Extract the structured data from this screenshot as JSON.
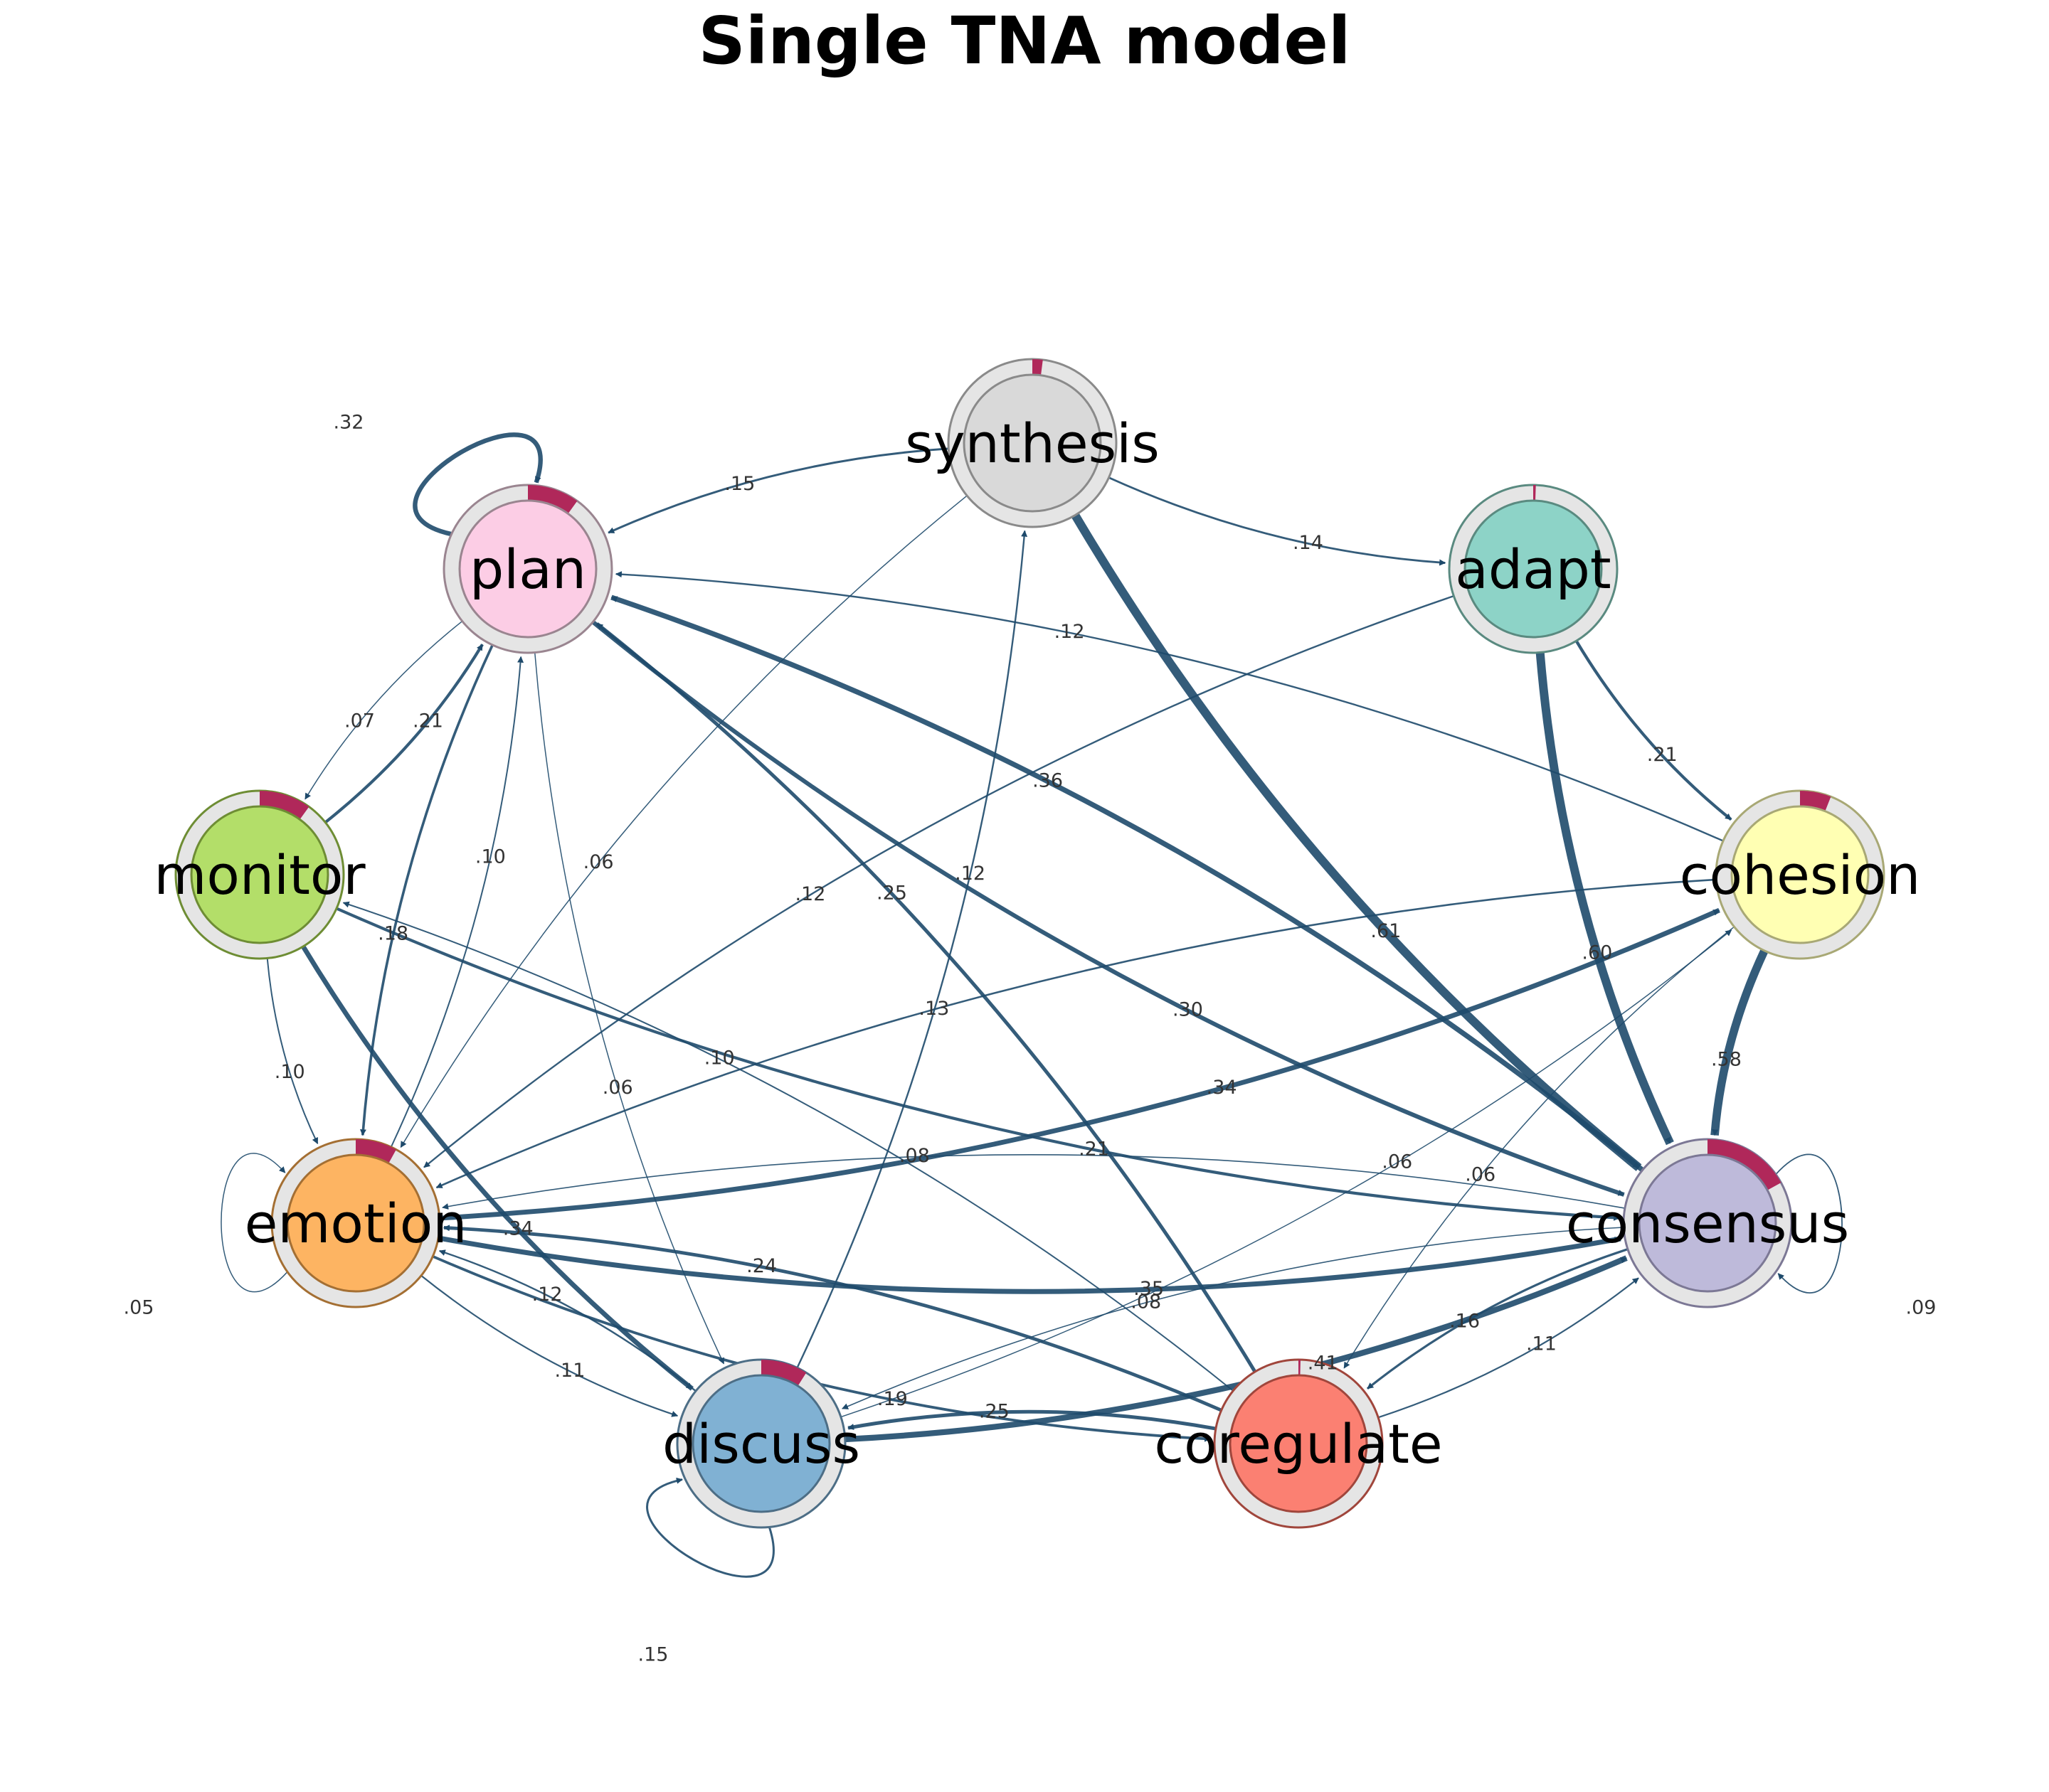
{
  "title": "Single TNA model",
  "colors": {
    "edge": "#1e4a6b",
    "pie": "#b0285a",
    "ring": "#e5e5e5"
  },
  "nodes": [
    {
      "id": "synthesis",
      "label": "synthesis",
      "fill": "#d9d9d9",
      "stroke": "#8a8a8a",
      "pie": 0.02
    },
    {
      "id": "plan",
      "label": "plan",
      "fill": "#fccde5",
      "stroke": "#9a8590",
      "pie": 0.1
    },
    {
      "id": "adapt",
      "label": "adapt",
      "fill": "#8dd3c7",
      "stroke": "#5a8a80",
      "pie": 0.005
    },
    {
      "id": "monitor",
      "label": "monitor",
      "fill": "#b3de69",
      "stroke": "#6e8d34",
      "pie": 0.1
    },
    {
      "id": "cohesion",
      "label": "cohesion",
      "fill": "#ffffb3",
      "stroke": "#a8a875",
      "pie": 0.06
    },
    {
      "id": "emotion",
      "label": "emotion",
      "fill": "#fdb462",
      "stroke": "#a46f33",
      "pie": 0.08
    },
    {
      "id": "consensus",
      "label": "consensus",
      "fill": "#bebada",
      "stroke": "#7c7895",
      "pie": 0.17
    },
    {
      "id": "discuss",
      "label": "discuss",
      "fill": "#80b1d3",
      "stroke": "#4d6e86",
      "pie": 0.09
    },
    {
      "id": "coregulate",
      "label": "coregulate",
      "fill": "#fb8072",
      "stroke": "#a0463c",
      "pie": 0.003
    }
  ],
  "edges": [
    {
      "from": "synthesis",
      "to": "plan",
      "label": ".15",
      "w": 0.15
    },
    {
      "from": "synthesis",
      "to": "adapt",
      "label": ".14",
      "w": 0.14
    },
    {
      "from": "synthesis",
      "to": "consensus",
      "label": ".61",
      "w": 0.61
    },
    {
      "from": "synthesis",
      "to": "emotion",
      "label": ".06",
      "w": 0.06
    },
    {
      "from": "plan",
      "to": "plan",
      "label": ".32",
      "w": 0.32
    },
    {
      "from": "plan",
      "to": "consensus",
      "label": ".30",
      "w": 0.3
    },
    {
      "from": "plan",
      "to": "emotion",
      "label": ".18",
      "w": 0.18
    },
    {
      "from": "plan",
      "to": "monitor",
      "label": ".07",
      "w": 0.07
    },
    {
      "from": "plan",
      "to": "discuss",
      "label": ".06",
      "w": 0.06
    },
    {
      "from": "adapt",
      "to": "consensus",
      "label": ".60",
      "w": 0.6
    },
    {
      "from": "adapt",
      "to": "cohesion",
      "label": ".21",
      "w": 0.21
    },
    {
      "from": "adapt",
      "to": "emotion",
      "label": ".12",
      "w": 0.12
    },
    {
      "from": "monitor",
      "to": "plan",
      "label": ".21",
      "w": 0.21
    },
    {
      "from": "monitor",
      "to": "discuss",
      "label": ".34",
      "w": 0.34
    },
    {
      "from": "monitor",
      "to": "consensus",
      "label": ".21",
      "w": 0.21
    },
    {
      "from": "monitor",
      "to": "emotion",
      "label": ".10",
      "w": 0.1
    },
    {
      "from": "cohesion",
      "to": "consensus",
      "label": ".58",
      "w": 0.58
    },
    {
      "from": "cohesion",
      "to": "plan",
      "label": ".12",
      "w": 0.12
    },
    {
      "from": "cohesion",
      "to": "emotion",
      "label": ".13",
      "w": 0.13
    },
    {
      "from": "cohesion",
      "to": "coregulate",
      "label": ".06",
      "w": 0.06
    },
    {
      "from": "emotion",
      "to": "cohesion",
      "label": ".34",
      "w": 0.34
    },
    {
      "from": "emotion",
      "to": "consensus",
      "label": ".35",
      "w": 0.35
    },
    {
      "from": "emotion",
      "to": "plan",
      "label": ".10",
      "w": 0.1
    },
    {
      "from": "emotion",
      "to": "emotion",
      "label": ".05",
      "w": 0.05
    },
    {
      "from": "emotion",
      "to": "discuss",
      "label": ".11",
      "w": 0.11
    },
    {
      "from": "emotion",
      "to": "coregulate",
      "label": ".19",
      "w": 0.19
    },
    {
      "from": "consensus",
      "to": "plan",
      "label": ".36",
      "w": 0.36
    },
    {
      "from": "consensus",
      "to": "consensus",
      "label": ".09",
      "w": 0.09
    },
    {
      "from": "consensus",
      "to": "coregulate",
      "label": ".16",
      "w": 0.16
    },
    {
      "from": "consensus",
      "to": "emotion",
      "label": ".08",
      "w": 0.08
    },
    {
      "from": "consensus",
      "to": "discuss",
      "label": ".08",
      "w": 0.08
    },
    {
      "from": "discuss",
      "to": "consensus",
      "label": ".41",
      "w": 0.41
    },
    {
      "from": "discuss",
      "to": "discuss",
      "label": ".15",
      "w": 0.15
    },
    {
      "from": "discuss",
      "to": "emotion",
      "label": ".12",
      "w": 0.12
    },
    {
      "from": "discuss",
      "to": "synthesis",
      "label": ".12",
      "w": 0.12
    },
    {
      "from": "discuss",
      "to": "cohesion",
      "label": ".06",
      "w": 0.06
    },
    {
      "from": "coregulate",
      "to": "plan",
      "label": ".25",
      "w": 0.25
    },
    {
      "from": "coregulate",
      "to": "discuss",
      "label": ".25",
      "w": 0.25
    },
    {
      "from": "coregulate",
      "to": "consensus",
      "label": ".11",
      "w": 0.11
    },
    {
      "from": "coregulate",
      "to": "monitor",
      "label": ".10",
      "w": 0.1
    },
    {
      "from": "coregulate",
      "to": "emotion",
      "label": ".24",
      "w": 0.24
    }
  ]
}
